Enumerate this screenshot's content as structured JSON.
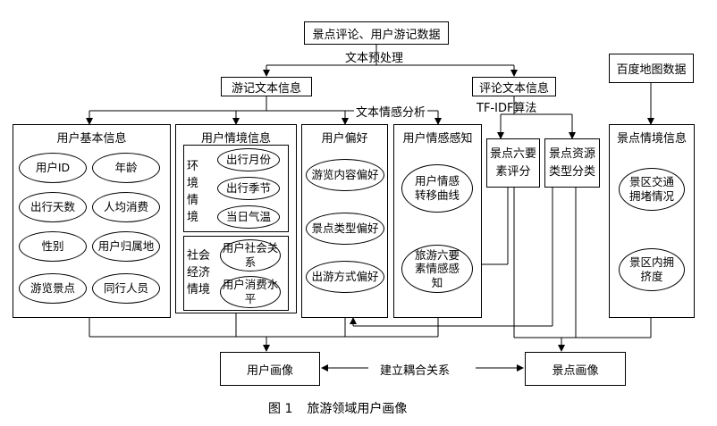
{
  "top": {
    "source": "景点评论、用户游记数据"
  },
  "labels": {
    "preprocess": "文本预处理",
    "sentiment": "文本情感分析",
    "tfidf": "TF-IDF算法",
    "coupling": "建立耦合关系"
  },
  "nodes": {
    "travel_text": "游记文本信息",
    "review_text": "评论文本信息",
    "baidu": "百度地图数据",
    "user_portrait": "用户画像",
    "scenic_portrait": "景点画像"
  },
  "panels": {
    "basic": {
      "title": "用户基本信息",
      "items": [
        "用户ID",
        "年龄",
        "出行天数",
        "人均消费",
        "性别",
        "用户归属地",
        "游览景点",
        "同行人员"
      ]
    },
    "context": {
      "title": "用户情境信息",
      "env_label": "环境情境",
      "env_items": [
        "出行月份",
        "出行季节",
        "当日气温"
      ],
      "socio_label": "社会经济情境",
      "socio_items": [
        "用户社会关系",
        "用户消费水平"
      ]
    },
    "pref": {
      "title": "用户偏好",
      "items": [
        "游览内容偏好",
        "景点类型偏好",
        "出游方式偏好"
      ]
    },
    "emotion": {
      "title": "用户情感感知",
      "items": [
        "用户情感转移曲线",
        "旅游六要素情感感知"
      ]
    },
    "six": {
      "title": "景点六要素评分"
    },
    "resource": {
      "title": "景点资源类型分类"
    },
    "scenic_ctx": {
      "title": "景点情境信息",
      "items": [
        "景区交通拥堵情况",
        "景区内拥挤度"
      ]
    }
  },
  "caption": {
    "number": "图 1",
    "text": "旅游领域用户画像"
  }
}
